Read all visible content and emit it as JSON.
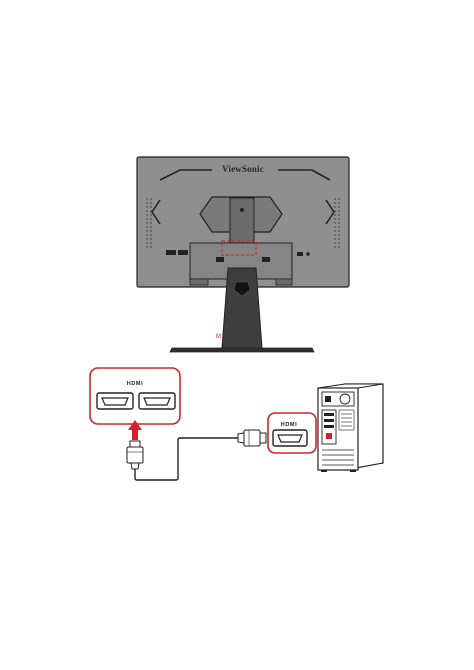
{
  "monitor": {
    "brand": "ViewSonic",
    "stand_label": "M"
  },
  "ports": {
    "monitor_port_label": "HDMI",
    "pc_port_label": "HDMI"
  },
  "colors": {
    "accent_red": "#d6202b",
    "monitor_body": "#8a8a8a",
    "stand_dark": "#3c3c3c",
    "outline": "#222222"
  },
  "icons": {
    "arrow": "red-up-arrow",
    "hdmi_port": "hdmi-port-icon",
    "cable": "hdmi-cable-icon",
    "computer": "desktop-tower-icon"
  }
}
